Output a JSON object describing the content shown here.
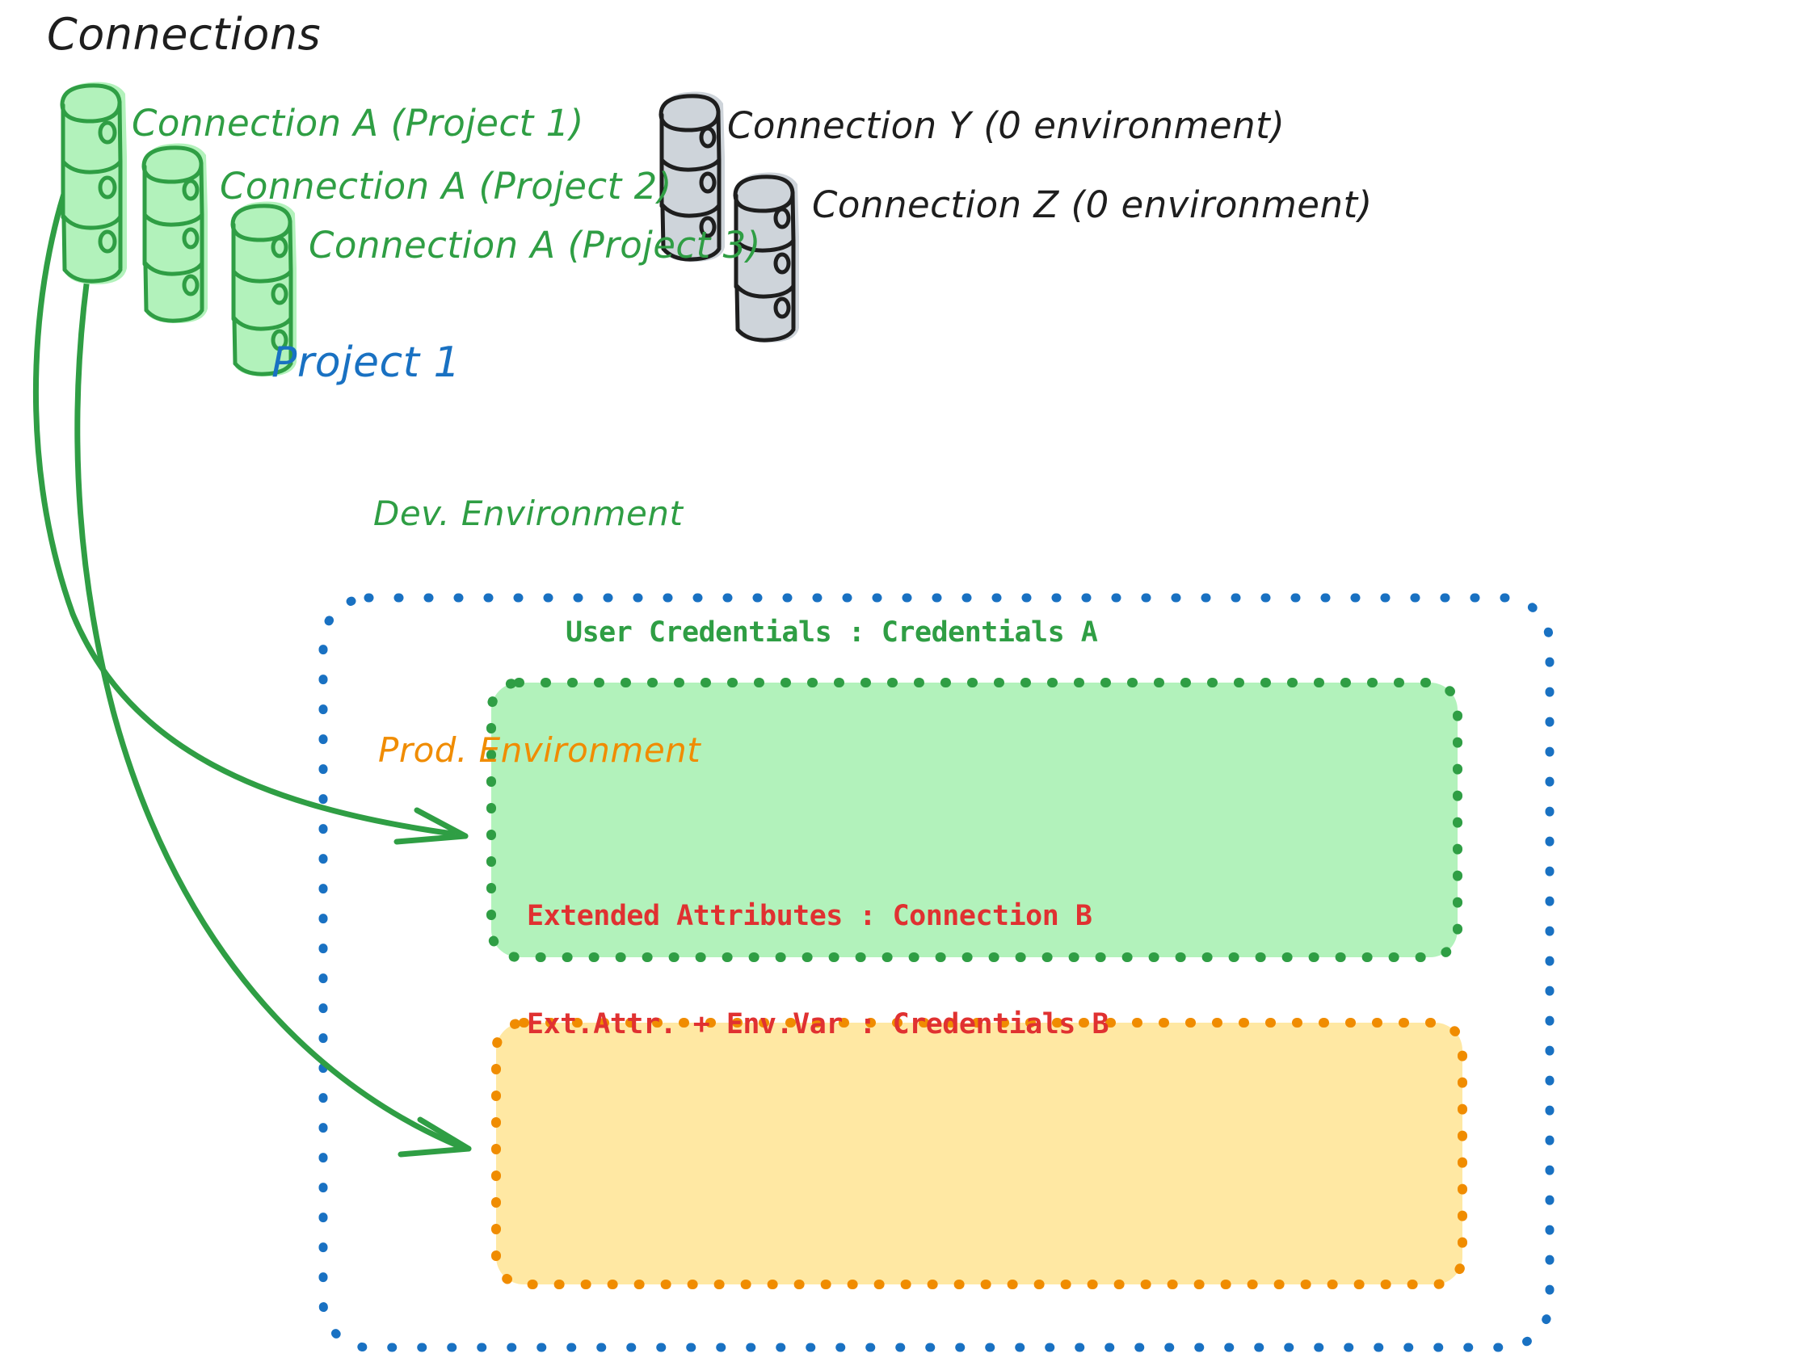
{
  "diagram": {
    "title": "Connections",
    "colors": {
      "green_stroke": "#2f9e44",
      "green_fill": "#b2f2bb",
      "blue": "#1971c2",
      "orange": "#f08c00",
      "yellow_fill": "#ffe8a3",
      "red": "#e03131",
      "grey_fill": "#ced4da",
      "black": "#1e1e1e"
    },
    "connections": {
      "green": [
        {
          "icon": "database-icon",
          "label": "Connection A (Project 1)"
        },
        {
          "icon": "database-icon",
          "label": "Connection A (Project 2)"
        },
        {
          "icon": "database-icon",
          "label": "Connection A (Project 3)"
        }
      ],
      "grey": [
        {
          "icon": "database-icon",
          "label": "Connection Y (0 environment)"
        },
        {
          "icon": "database-icon",
          "label": "Connection Z (0 environment)"
        }
      ]
    },
    "project": {
      "title": "Project 1",
      "environments": [
        {
          "name": "Dev. Environment",
          "rows": [
            "User Credentials : Credentials A"
          ]
        },
        {
          "name": "Prod. Environment",
          "rows": [
            "Extended Attributes : Connection B",
            "Ext.Attr. + Env.Var : Credentials B"
          ]
        }
      ]
    },
    "arrows": [
      {
        "name": "arrow-connection-a-to-dev-env"
      },
      {
        "name": "arrow-connection-a-to-prod-env"
      }
    ]
  }
}
